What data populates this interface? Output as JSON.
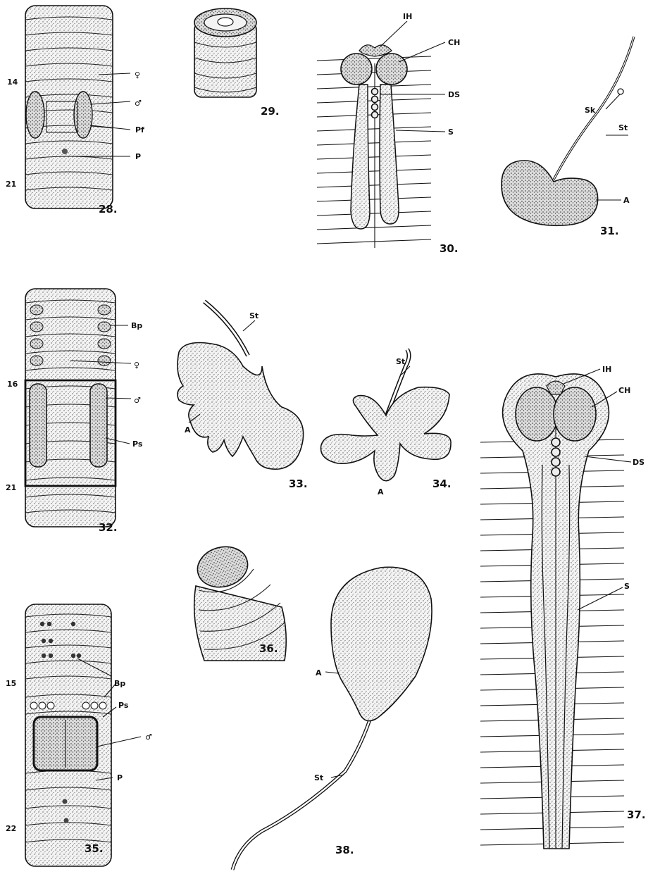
{
  "figures": [
    {
      "number": "28.",
      "labels": [
        "♀",
        "♂",
        "Pf",
        "P"
      ],
      "segments": [
        "14",
        "21"
      ]
    },
    {
      "number": "29.",
      "labels": []
    },
    {
      "number": "30.",
      "labels": [
        "IH",
        "CH",
        "DS",
        "S"
      ]
    },
    {
      "number": "31.",
      "labels": [
        "Sk",
        "St",
        "A"
      ]
    },
    {
      "number": "32.",
      "labels": [
        "Bp",
        "♀",
        "♂",
        "Ps"
      ],
      "segments": [
        "16",
        "21"
      ]
    },
    {
      "number": "33.",
      "labels": [
        "St",
        "A"
      ]
    },
    {
      "number": "34.",
      "labels": [
        "St",
        "A"
      ]
    },
    {
      "number": "35.",
      "labels": [
        "Bp",
        "Ps",
        "♂",
        "P"
      ],
      "segments": [
        "15",
        "22"
      ]
    },
    {
      "number": "36.",
      "labels": []
    },
    {
      "number": "37.",
      "labels": [
        "IH",
        "CH",
        "DS",
        "S"
      ]
    },
    {
      "number": "38.",
      "labels": [
        "A",
        "St"
      ]
    }
  ],
  "colors": {
    "ink": "#111111",
    "paper": "#ffffff",
    "stipple": "#bdbdbd"
  }
}
